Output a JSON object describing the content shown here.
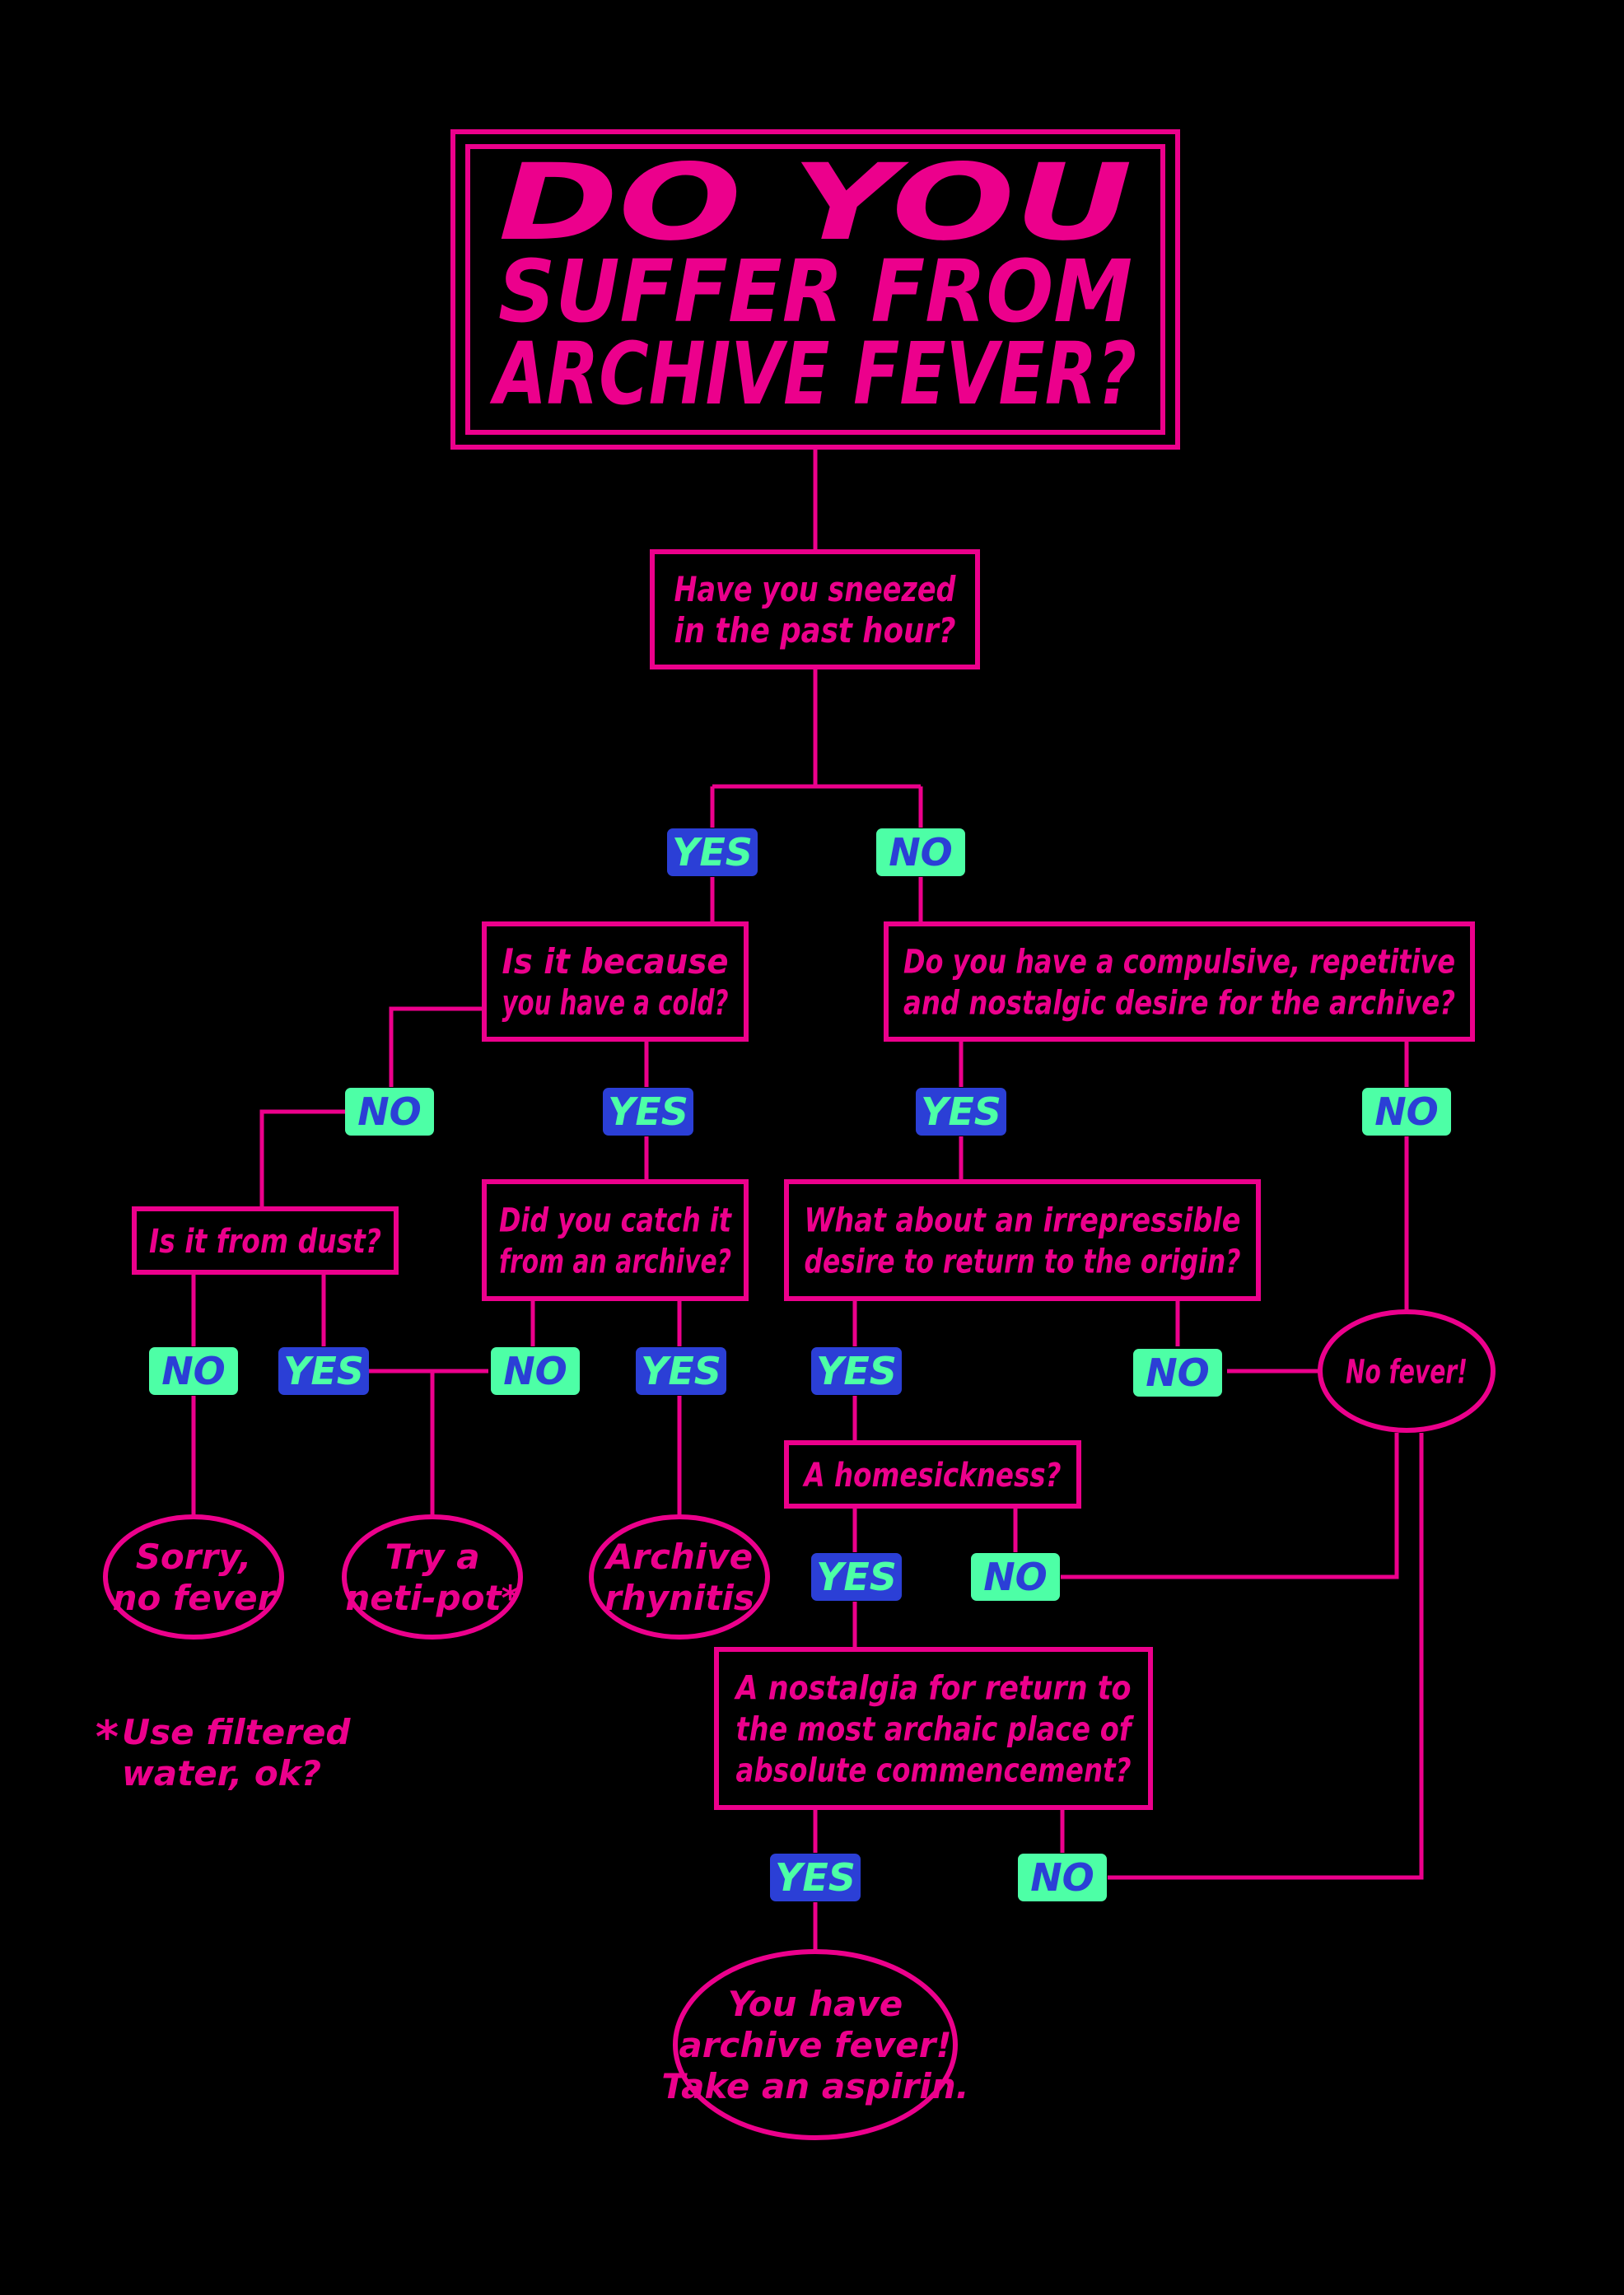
{
  "title": {
    "lines": [
      "DO YOU",
      "SUFFER FROM",
      "ARCHIVE FEVER?"
    ]
  },
  "colors": {
    "accent": "#ec008c",
    "yes_bg": "#2b3fd6",
    "yes_text": "#4dffa6",
    "no_bg": "#4dffa6",
    "no_text": "#2b3fd6",
    "background": "#000000"
  },
  "nodes": {
    "q_sneezed": {
      "lines": [
        "Have you sneezed",
        "in the past hour?"
      ]
    },
    "q_cold": {
      "lines": [
        "Is it because",
        "you have a cold?"
      ]
    },
    "q_compulsive": {
      "lines": [
        "Do you have a compulsive, repetitive",
        "and nostalgic desire for the archive?"
      ]
    },
    "q_dust": {
      "lines": [
        "Is it from dust?"
      ]
    },
    "q_catch": {
      "lines": [
        "Did you catch it",
        "from an archive?"
      ]
    },
    "q_origin": {
      "lines": [
        "What about an irrepressible",
        "desire to return to the origin?"
      ]
    },
    "e_no_fever": {
      "lines": [
        "No fever!"
      ]
    },
    "q_homesick": {
      "lines": [
        "A homesickness?"
      ]
    },
    "e_sorry": {
      "lines": [
        "Sorry,",
        "no fever"
      ]
    },
    "e_netipot": {
      "lines": [
        "Try a",
        "neti-pot*"
      ]
    },
    "e_rhynitis": {
      "lines": [
        "Archive",
        "rhynitis"
      ]
    },
    "q_nostalgia": {
      "lines": [
        "A nostalgia for return to",
        "the most archaic place of",
        "absolute commencement?"
      ]
    },
    "e_fever": {
      "lines": [
        "You have",
        "archive fever!",
        "Take an aspirin."
      ]
    }
  },
  "labels": {
    "yes": "YES",
    "no": "NO"
  },
  "footnote": {
    "star": "*",
    "lines": [
      "Use filtered",
      "water, ok?"
    ]
  }
}
